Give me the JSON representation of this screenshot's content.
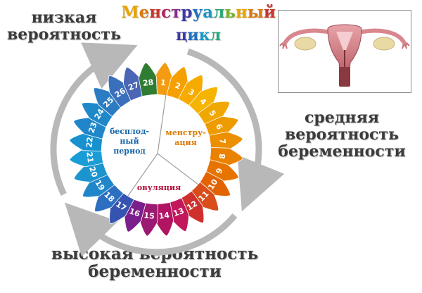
{
  "title": {
    "line1": "Менструальный",
    "line2": "цикл",
    "colors": [
      "#e8a400",
      "#d97a10",
      "#c9352b",
      "#b0225e",
      "#8a2a8f",
      "#3d3aa3",
      "#1e6fc1",
      "#1c98c4",
      "#2aa67a",
      "#76b12a"
    ]
  },
  "labels": {
    "low": [
      "низкая",
      "вероятность"
    ],
    "medium": [
      "средняя",
      "вероятность",
      "беременности"
    ],
    "high": [
      "высокая вероятность",
      "беременности"
    ]
  },
  "phases": {
    "infertile": [
      "бесплод-",
      "ный",
      "период"
    ],
    "menstruation": [
      "менстру-",
      "ация"
    ],
    "ovulation": "овуляция"
  },
  "days": [
    "1",
    "2",
    "3",
    "4",
    "5",
    "6",
    "7",
    "8",
    "9",
    "10",
    "11",
    "12",
    "13",
    "14",
    "15",
    "16",
    "17",
    "18",
    "19",
    "20",
    "21",
    "22",
    "23",
    "24",
    "25",
    "26",
    "27",
    "28"
  ],
  "colors": {
    "menstruation": "#f08a00",
    "ovulation": "#c2185b",
    "infertile": "#1e88c8",
    "day28": "#2e7d32",
    "infertile_text": "#1565a8",
    "menstruation_text": "#d97a00",
    "ovulation_text": "#b0103a",
    "arrows": "#b8b8b8"
  },
  "icons": [
    "uterus-illustration-icon",
    "cycle-arrow-icon"
  ]
}
